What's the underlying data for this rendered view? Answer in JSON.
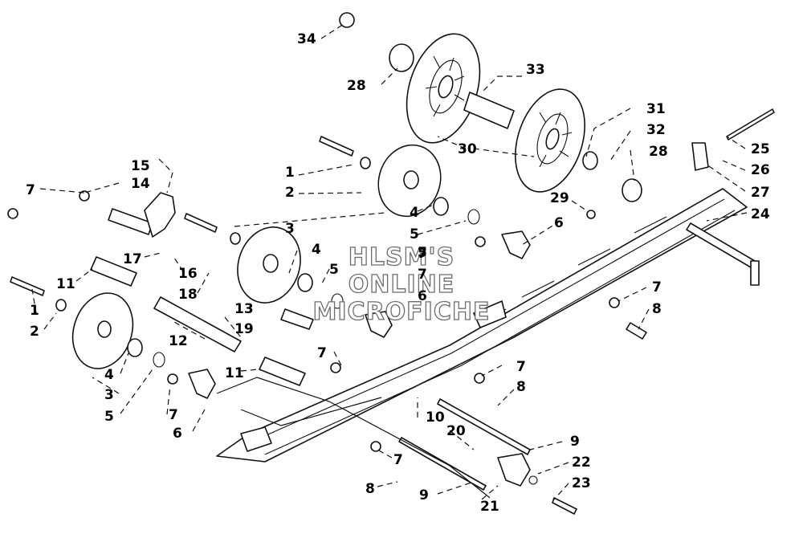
{
  "watermark": [
    "HLSM'S",
    "ONLINE",
    "MICROFICHE"
  ],
  "callouts": [
    {
      "n": "1"
    },
    {
      "n": "1"
    },
    {
      "n": "2"
    },
    {
      "n": "2"
    },
    {
      "n": "3"
    },
    {
      "n": "3"
    },
    {
      "n": "4"
    },
    {
      "n": "4"
    },
    {
      "n": "4"
    },
    {
      "n": "5"
    },
    {
      "n": "5"
    },
    {
      "n": "5"
    },
    {
      "n": "5"
    },
    {
      "n": "6"
    },
    {
      "n": "6"
    },
    {
      "n": "6"
    },
    {
      "n": "7"
    },
    {
      "n": "7"
    },
    {
      "n": "7"
    },
    {
      "n": "7"
    },
    {
      "n": "7"
    },
    {
      "n": "7"
    },
    {
      "n": "7"
    },
    {
      "n": "7"
    },
    {
      "n": "8"
    },
    {
      "n": "8"
    },
    {
      "n": "8"
    },
    {
      "n": "9"
    },
    {
      "n": "9"
    },
    {
      "n": "10"
    },
    {
      "n": "11"
    },
    {
      "n": "11"
    },
    {
      "n": "12"
    },
    {
      "n": "13"
    },
    {
      "n": "14"
    },
    {
      "n": "15"
    },
    {
      "n": "16"
    },
    {
      "n": "17"
    },
    {
      "n": "18"
    },
    {
      "n": "19"
    },
    {
      "n": "20"
    },
    {
      "n": "21"
    },
    {
      "n": "22"
    },
    {
      "n": "23"
    },
    {
      "n": "24"
    },
    {
      "n": "25"
    },
    {
      "n": "26"
    },
    {
      "n": "27"
    },
    {
      "n": "28"
    },
    {
      "n": "28"
    },
    {
      "n": "29"
    },
    {
      "n": "30"
    },
    {
      "n": "31"
    },
    {
      "n": "32"
    },
    {
      "n": "33"
    },
    {
      "n": "34"
    }
  ]
}
